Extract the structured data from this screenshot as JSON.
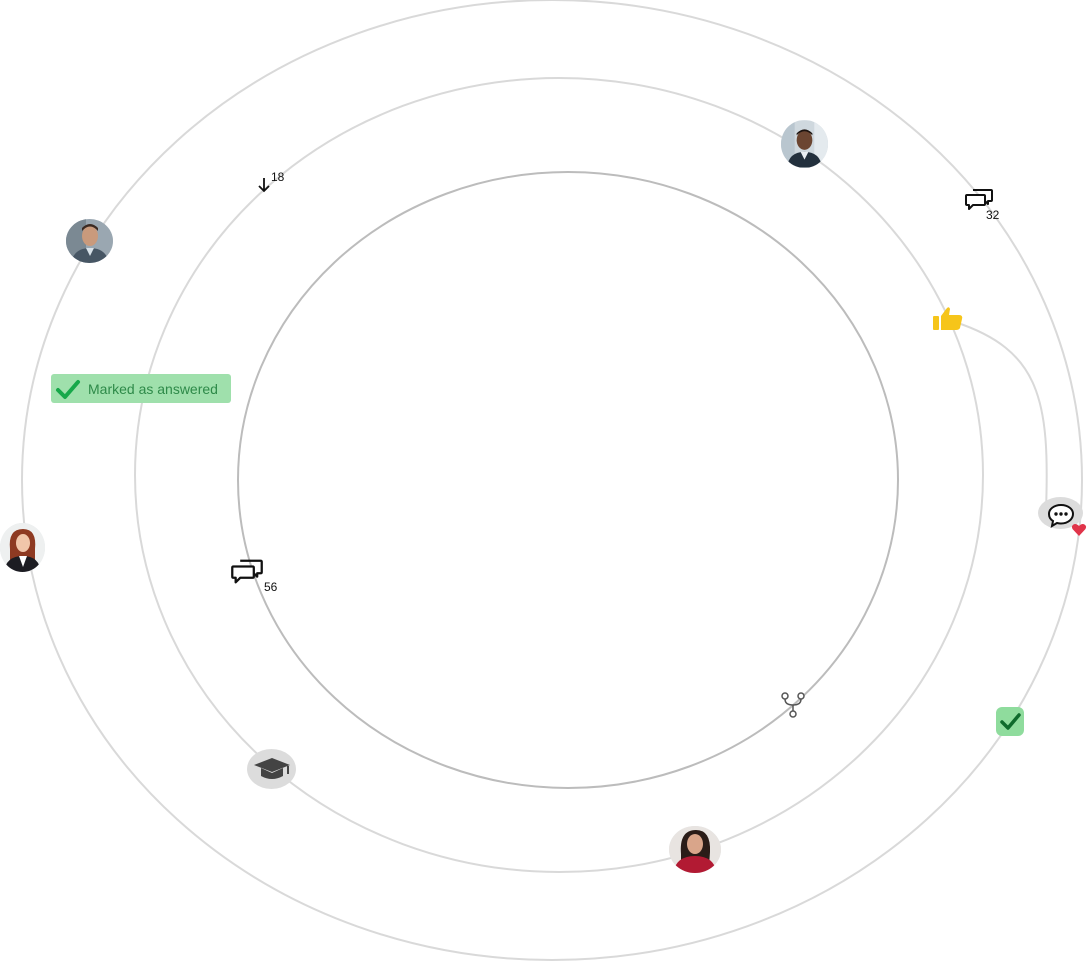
{
  "colors": {
    "ring_outer": "#d6d6d6",
    "ring_inner": "#b8b8b8",
    "answered_bg": "#9fe0ac",
    "answered_text": "#2e8a49",
    "check_green": "#17a84a",
    "thumb_yellow": "#f6c51a",
    "heart_red": "#e0344a",
    "badge_grey": "#dcdcdc"
  },
  "badges": {
    "answered_label": "Marked as answered",
    "sort_count": "18",
    "comments_count_right": "32",
    "comments_count_left": "56"
  },
  "icons": [
    "sort-down-arrow-icon",
    "comments-icon",
    "thumbs-up-icon",
    "chat-bubble-icon",
    "heart-icon",
    "check-icon",
    "fork-icon",
    "graduation-cap-icon"
  ],
  "avatars": [
    "avatar-man-top-right",
    "avatar-man-top-left",
    "avatar-woman-left",
    "avatar-woman-bottom"
  ]
}
